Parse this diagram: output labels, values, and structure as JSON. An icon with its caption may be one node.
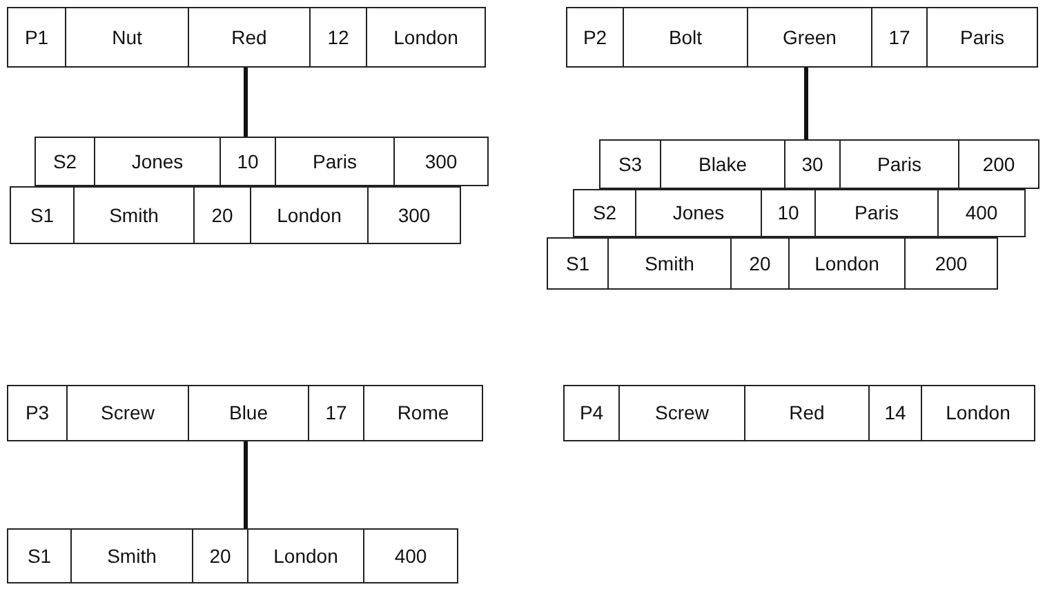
{
  "diagram": {
    "nodes": [
      {
        "text": [
          "P1",
          "Nut",
          "Red",
          "12",
          "London"
        ]
      },
      {
        "text": [
          "S2",
          "Jones",
          "10",
          "Paris",
          "300"
        ]
      },
      {
        "text": [
          "S1",
          "Smith",
          "20",
          "London",
          "300"
        ]
      },
      {
        "text": [
          "P2",
          "Bolt",
          "Green",
          "17",
          "Paris"
        ]
      },
      {
        "text": [
          "S3",
          "Blake",
          "30",
          "Paris",
          "200"
        ]
      },
      {
        "text": [
          "S2",
          "Jones",
          "10",
          "Paris",
          "400"
        ]
      },
      {
        "text": [
          "S1",
          "Smith",
          "20",
          "London",
          "200"
        ]
      },
      {
        "text": [
          "P3",
          "Screw",
          "Blue",
          "17",
          "Rome"
        ]
      },
      {
        "text": [
          "S1",
          "Smith",
          "20",
          "London",
          "400"
        ]
      },
      {
        "text": [
          "P4",
          "Screw",
          "Red",
          "14",
          "London"
        ]
      }
    ],
    "edges": [
      {
        "from": 0,
        "to": 1,
        "arrow": "none"
      },
      {
        "from": 3,
        "to": 4,
        "arrow": "none"
      },
      {
        "from": 7,
        "to": 8,
        "arrow": "none"
      }
    ]
  }
}
